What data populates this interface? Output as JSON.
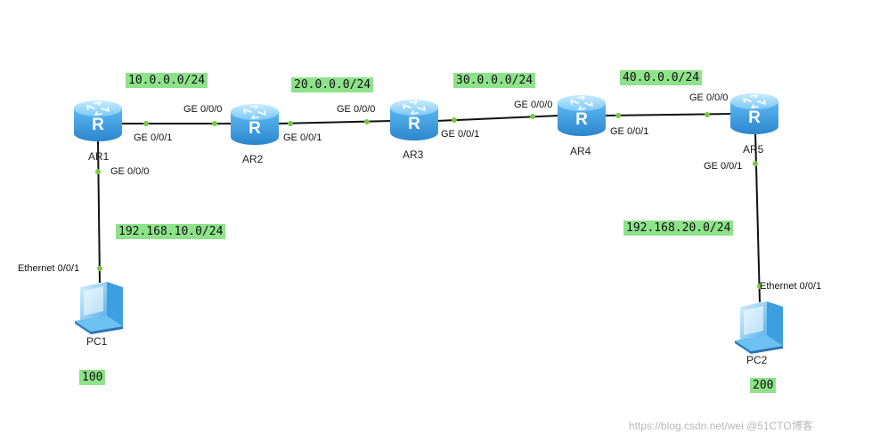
{
  "routers": [
    "AR1",
    "AR2",
    "AR3",
    "AR4",
    "AR5"
  ],
  "pcs": [
    "PC1",
    "PC2"
  ],
  "ports": {
    "ar1_g001": "GE 0/0/1",
    "ar1_g000": "GE 0/0/0",
    "ar2_g000": "GE 0/0/0",
    "ar2_g001": "GE 0/0/1",
    "ar3_g000": "GE 0/0/0",
    "ar3_g001": "GE 0/0/1",
    "ar4_g000": "GE 0/0/0",
    "ar4_g001": "GE 0/0/1",
    "ar5_g000": "GE 0/0/0",
    "ar5_g001": "GE 0/0/1",
    "pc1_eth": "Ethernet 0/0/1",
    "pc2_eth": "Ethernet 0/0/1"
  },
  "networks": {
    "n1": "10.0.0.0/24",
    "n2": "20.0.0.0/24",
    "n3": "30.0.0.0/24",
    "n4": "40.0.0.0/24",
    "lan1": "192.168.10.0/24",
    "lan2": "192.168.20.0/24"
  },
  "tags": {
    "pc1": "100",
    "pc2": "200"
  },
  "watermark": "https://blog.csdn.net/wei @51CTO博客",
  "colors": {
    "router_body": "#3b9fe0",
    "router_top": "#8fd3ff",
    "link": "#111111",
    "port_dot": "#7ac943",
    "label_bg": "#8ee28a"
  }
}
